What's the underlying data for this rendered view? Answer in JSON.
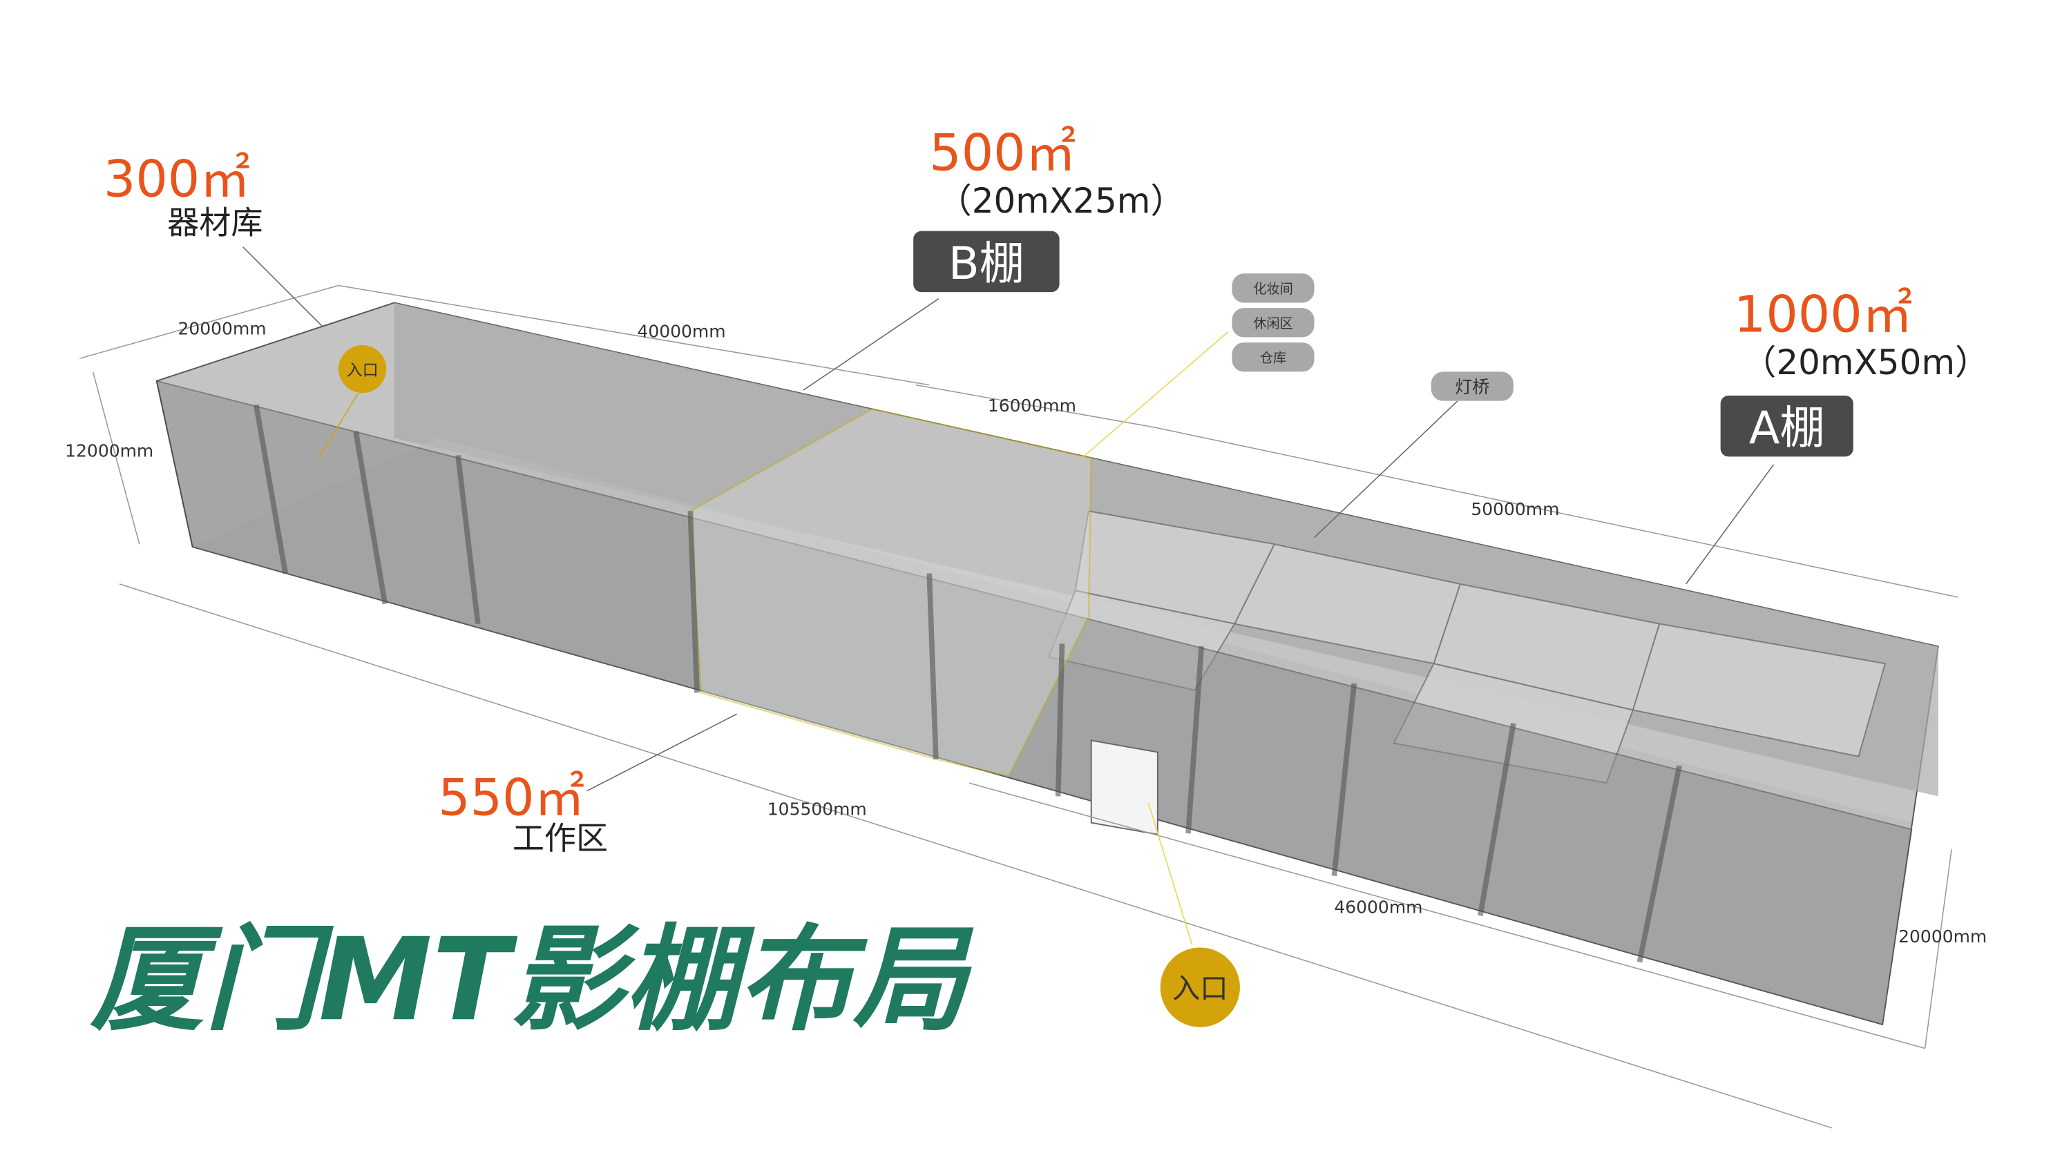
{
  "title": "厦门MT影棚布局",
  "areas": {
    "equipment": {
      "size": "300㎡",
      "name": "器材库"
    },
    "studio_b": {
      "size": "500㎡",
      "dims": "（20mX25m）",
      "badge": "B棚"
    },
    "studio_a": {
      "size": "1000㎡",
      "dims": "（20mX50m）",
      "badge": "A棚"
    },
    "work": {
      "size": "550㎡",
      "name": "工作区"
    }
  },
  "rooms": [
    "化妆间",
    "休闲区",
    "仓库"
  ],
  "light_bridge": "灯桥",
  "entrance": "入口",
  "dimensions": {
    "width_left": "20000mm",
    "length_left": "40000mm",
    "height": "12000mm",
    "b_length": "16000mm",
    "a_length": "50000mm",
    "total_length": "105500mm",
    "front_length": "46000mm",
    "width_right": "20000mm"
  },
  "colors": {
    "accent": "#e8541b",
    "title": "#1f7a5f",
    "entrance": "#d4a20a",
    "badge": "#4a4a4a"
  }
}
